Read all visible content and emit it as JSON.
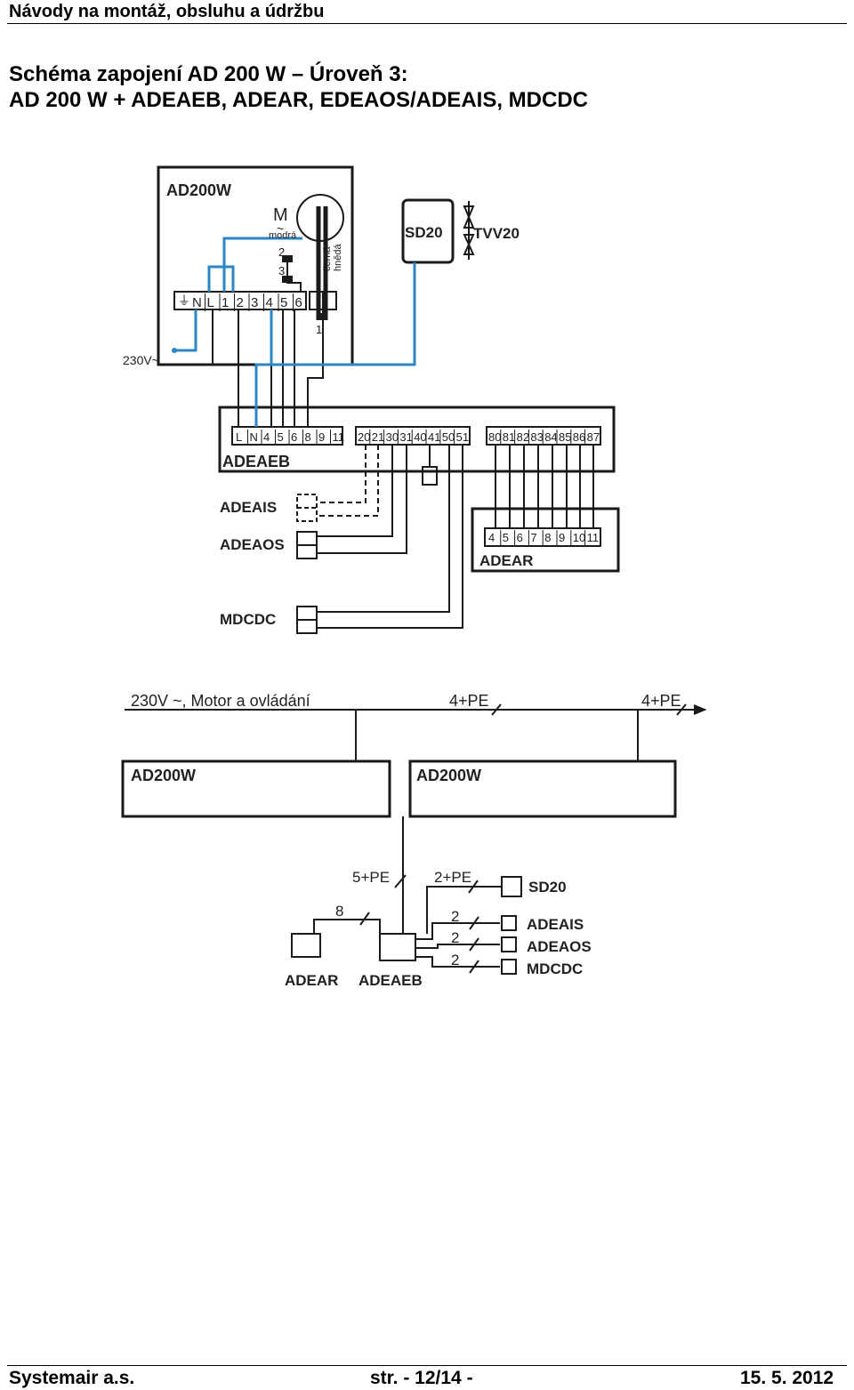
{
  "header": {
    "title": "Návody na montáž, obsluhu a údržbu"
  },
  "heading": {
    "line1": "Schéma zapojení AD 200 W – Úroveň 3:",
    "line2": "AD 200 W + ADEAEB, ADEAR, EDEAOS/ADEAIS, MDCDC"
  },
  "diagram1": {
    "ad200w": "AD200W",
    "motor_symbol": "M",
    "motor_tilde": "~",
    "wire_blue": "modrá",
    "wire_black": "černá",
    "wire_brown": "hnědá",
    "cap_pin_2": "2",
    "cap_pin_3": "3",
    "cap_pin_1": "1",
    "ad_terminals": [
      "N",
      "L",
      "1",
      "2",
      "3",
      "4",
      "5",
      "6"
    ],
    "mains": "230V~",
    "sd20": "SD20",
    "tvv20": "TVV20",
    "adeaeb_terminals_a": [
      "L",
      "N",
      "4",
      "5",
      "6",
      "8",
      "9",
      "11"
    ],
    "adeaeb_terminals_b": [
      "20",
      "21",
      "30",
      "31",
      "40",
      "41",
      "50",
      "51"
    ],
    "adeaeb_terminals_c": [
      "80",
      "81",
      "82",
      "83",
      "84",
      "85",
      "86",
      "87"
    ],
    "adeaeb": "ADEAEB",
    "adeais": "ADEAIS",
    "adeaos": "ADEAOS",
    "adear_terminals": [
      "4",
      "5",
      "6",
      "7",
      "8",
      "9",
      "10",
      "11"
    ],
    "adear": "ADEAR",
    "mdcdc": "MDCDC"
  },
  "diagram2": {
    "supply_label": "230V ~, Motor a ovládání",
    "cable1": "4+PE",
    "cable2": "4+PE",
    "unit1": "AD200W",
    "unit2": "AD200W",
    "cable_5pe": "5+PE",
    "cable_2pe": "2+PE",
    "sd20": "SD20",
    "cable_8": "8",
    "cable_a": "2",
    "cable_b": "2",
    "cable_c": "2",
    "adeais": "ADEAIS",
    "adeaos": "ADEAOS",
    "mdcdc": "MDCDC",
    "adear": "ADEAR",
    "adeaeb": "ADEAEB"
  },
  "footer": {
    "company": "Systemair a.s.",
    "page": "str. - 12/14 -",
    "date": "15. 5. 2012"
  },
  "colors": {
    "wire_blue": "#2a86c5",
    "line": "#1a1a1a"
  }
}
